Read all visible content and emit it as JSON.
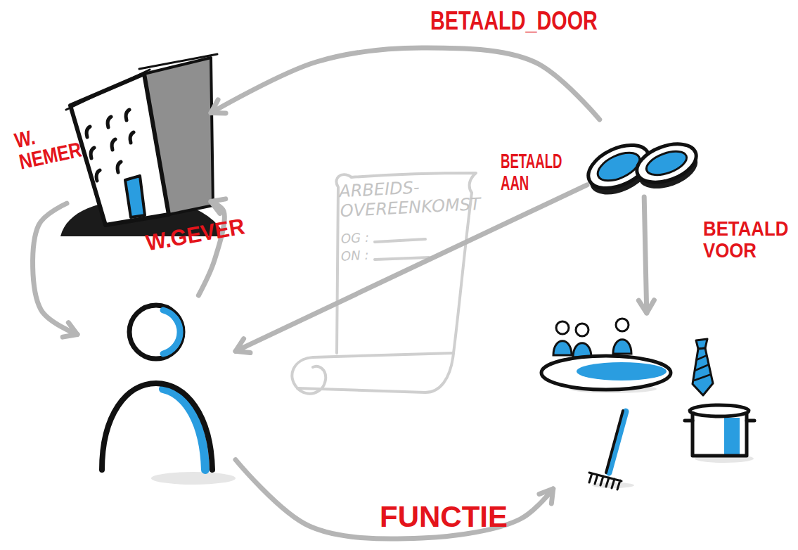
{
  "diagram": {
    "nodes": [
      {
        "text": []
      },
      {
        "text": []
      },
      {
        "text": [
          "ARBEIDS- OVEREENKOMST",
          "OG :",
          "ON :"
        ]
      },
      {
        "text": []
      },
      {
        "text": []
      }
    ],
    "edges": [
      {
        "from": 1,
        "to": 0,
        "label": "BETAALD_DOOR",
        "arrow": "to"
      },
      {
        "from": 1,
        "to": 3,
        "label": "BETAALD AAN",
        "arrow": "to"
      },
      {
        "from": 1,
        "to": 4,
        "label": "BETAALD VOOR",
        "arrow": "to"
      },
      {
        "from": 0,
        "to": 3,
        "label": "W. NEMER",
        "arrow": "to"
      },
      {
        "from": 3,
        "to": 0,
        "label": "W.GEVER",
        "arrow": "to"
      },
      {
        "from": 3,
        "to": 4,
        "label": "FUNCTIE",
        "arrow": "to"
      }
    ]
  }
}
